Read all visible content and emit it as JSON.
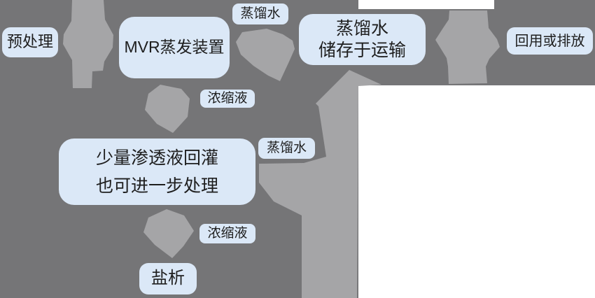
{
  "colors": {
    "background_white": "#ffffff",
    "panel_dark_gray": "#757577",
    "arrow_gray": "#a5a5a7",
    "node_blue": "#dbe8f7",
    "text": "#1e1e1e"
  },
  "boxes": {
    "pretreatment": {
      "label": "预处理"
    },
    "mvr": {
      "label": "MVR蒸发装置"
    },
    "storage": {
      "line1": "蒸馏水",
      "line2": "储存于运输"
    },
    "reuse": {
      "label": "回用或排放"
    },
    "recirculation": {
      "line1": "少量渗透液回灌",
      "line2": "也可进一步处理"
    },
    "salt": {
      "label": "盐析"
    }
  },
  "flow_labels": {
    "distilled_top": {
      "label": "蒸馏水"
    },
    "concentrate_upper": {
      "label": "浓缩液"
    },
    "distilled_mid": {
      "label": "蒸馏水"
    },
    "concentrate_lower": {
      "label": "浓缩液"
    }
  },
  "arrows": [
    {
      "name": "pretreatment-to-mvr",
      "from": "预处理",
      "to": "MVR蒸发装置",
      "label": ""
    },
    {
      "name": "mvr-to-storage",
      "from": "MVR蒸发装置",
      "to": "蒸馏水 储存于运输",
      "label": "蒸馏水"
    },
    {
      "name": "mvr-to-recirculation",
      "from": "MVR蒸发装置",
      "to": "少量渗透液回灌 也可进一步处理",
      "label": "浓缩液"
    },
    {
      "name": "recirculation-to-storage",
      "from": "少量渗透液回灌 也可进一步处理",
      "to": "蒸馏水 储存于运输",
      "label": "蒸馏水"
    },
    {
      "name": "recirculation-to-salt",
      "from": "少量渗透液回灌 也可进一步处理",
      "to": "盐析",
      "label": "浓缩液"
    },
    {
      "name": "storage-to-reuse",
      "from": "蒸馏水 储存于运输",
      "to": "回用或排放",
      "label": ""
    }
  ]
}
